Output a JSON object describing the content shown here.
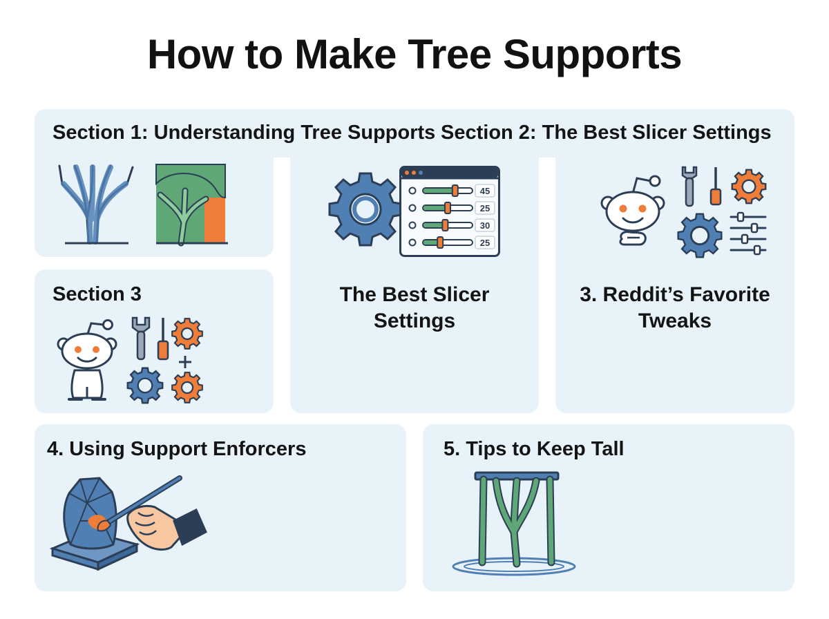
{
  "page": {
    "title": "How to Make Tree Supports"
  },
  "sections": {
    "s1_heading": "Section 1: Understanding Tree Supports",
    "s2_heading": "Section 2: The Best Slicer Settings",
    "s3_heading": "Section 3",
    "slicer_title_line1": "The Best Slicer",
    "slicer_title_line2": "Settings",
    "tweaks_title_line1": "3. Reddit’s Favorite",
    "tweaks_title_line2": "Tweaks",
    "enforcers_heading": "4. Using Support Enforcers",
    "tall_heading": "5. Tips to Keep Tall"
  },
  "slider_values": [
    "45",
    "25",
    "30",
    "25"
  ],
  "slider_levels": [
    0.65,
    0.5,
    0.45,
    0.35
  ],
  "colors": {
    "card_bg": "#e8f2f9",
    "blue": "#4f7fb3",
    "navy": "#2c3e55",
    "green": "#5fa777",
    "orange": "#ef7d3a"
  },
  "icons": [
    "tree-icon",
    "gear-icon",
    "settings-window-icon",
    "reddit-alien-icon",
    "wrench-icon",
    "screwdriver-icon",
    "sliders-icon",
    "paint-brush-icon",
    "hand-icon",
    "tall-tree-support-icon"
  ]
}
